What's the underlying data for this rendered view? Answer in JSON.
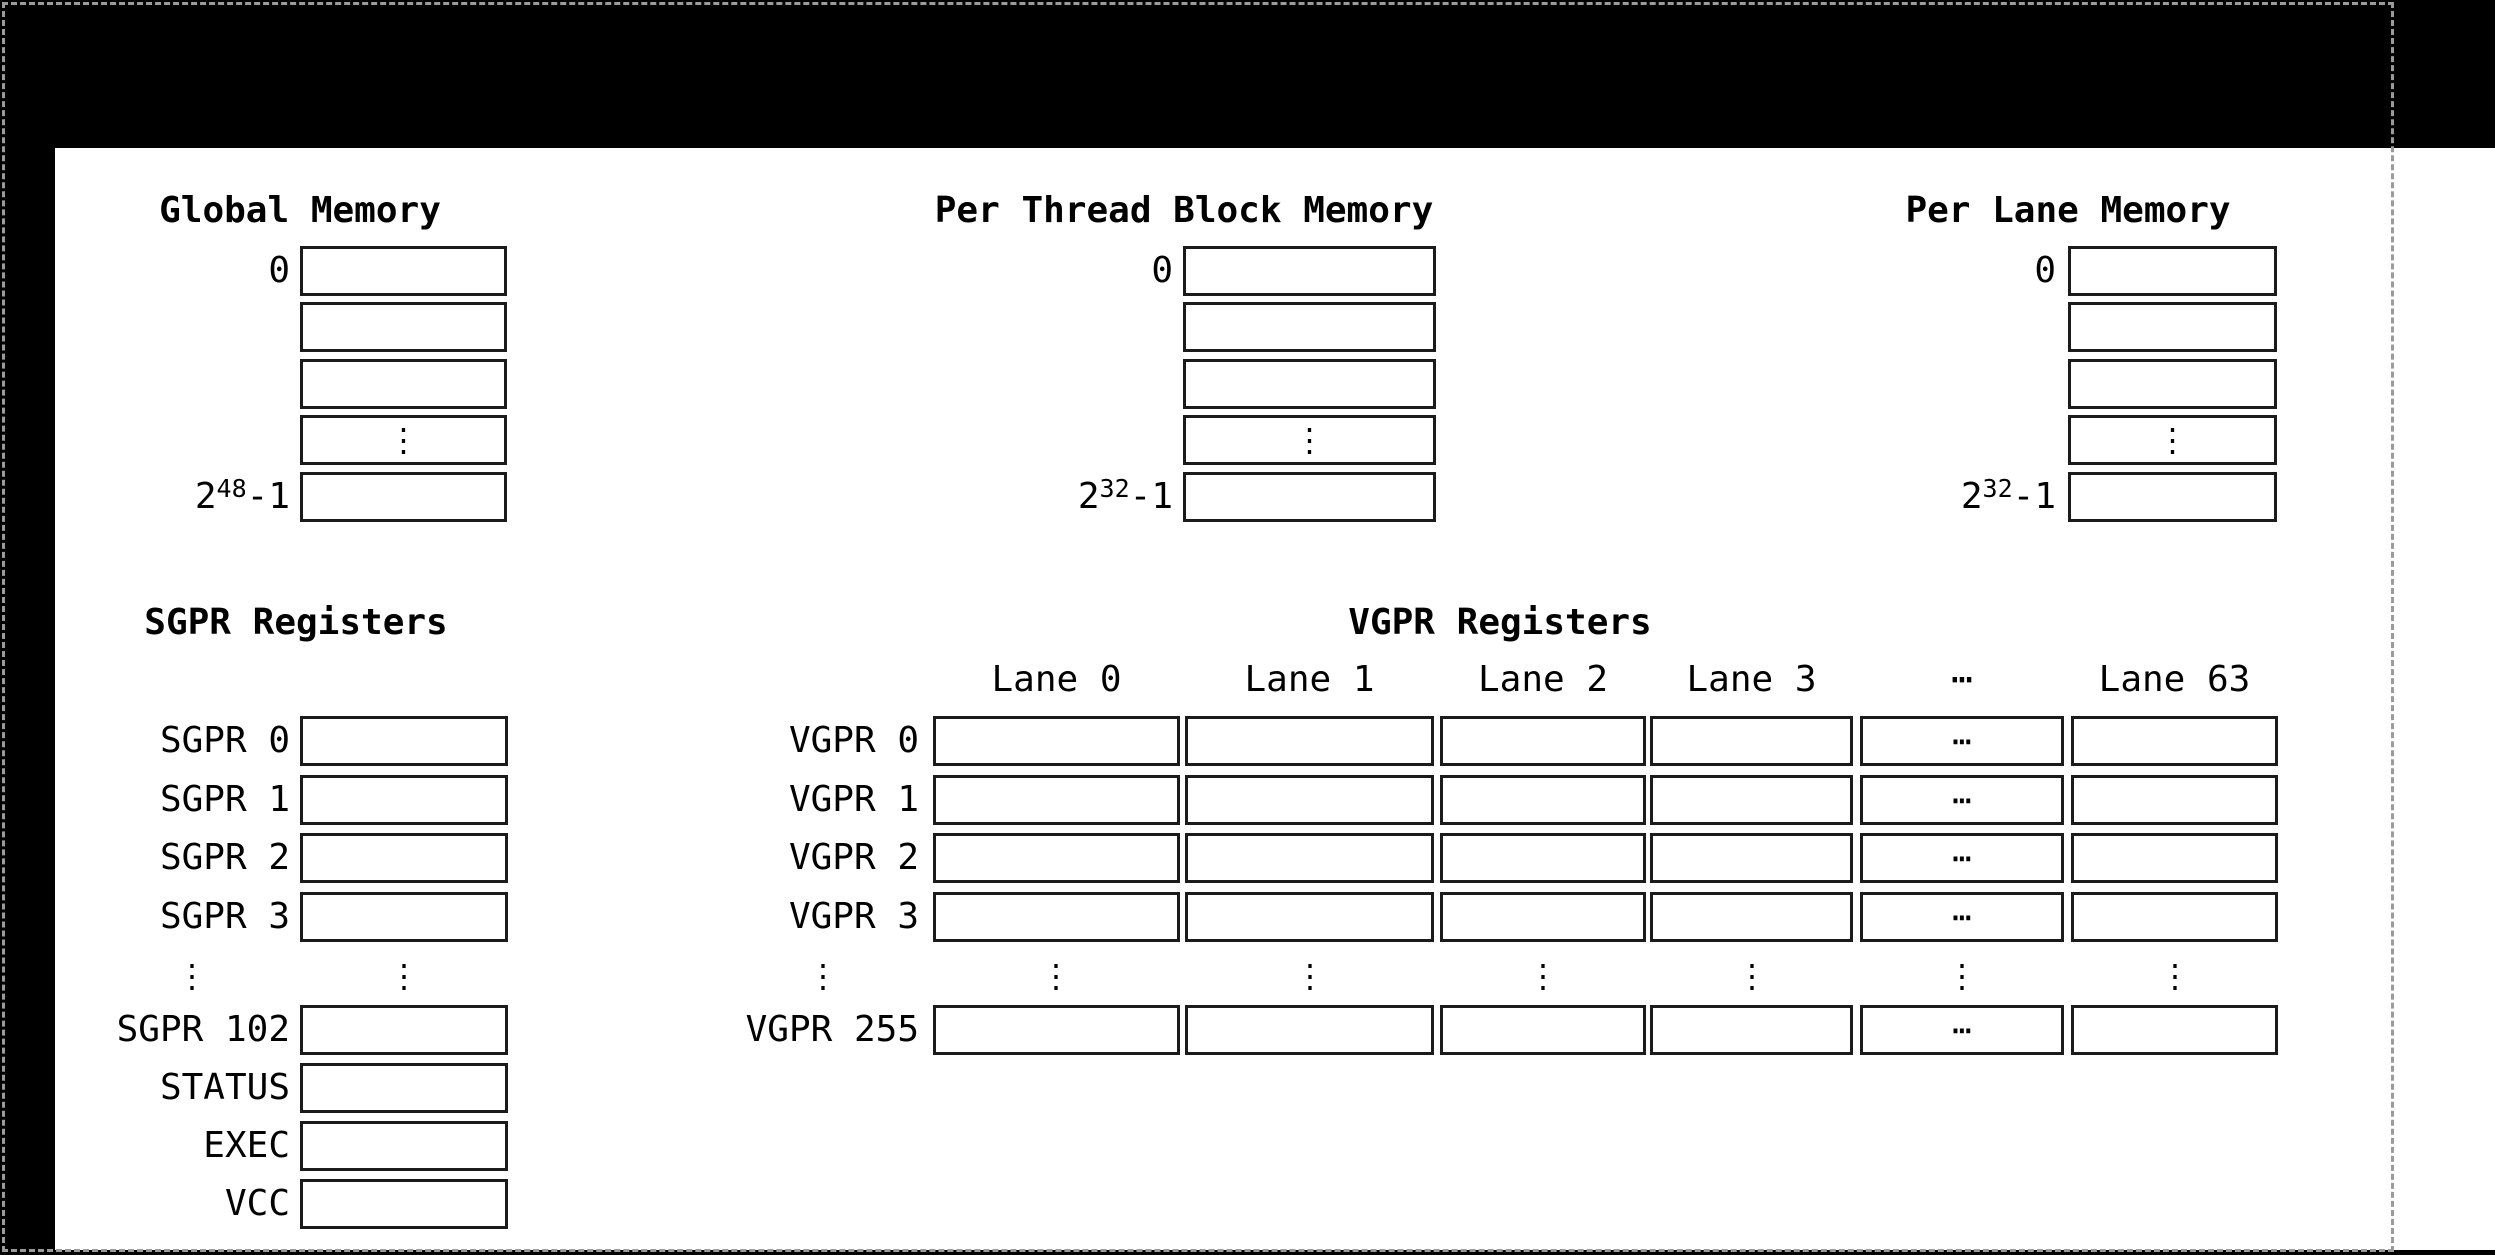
{
  "symbols": {
    "ellipsis_v": "⋮",
    "ellipsis_h": "⋯"
  },
  "colors": {
    "background": "#000000",
    "content_background": "#ffffff",
    "box_border": "#1b1b1b",
    "marquee_border": "#9b9b9b",
    "text": "#000000"
  },
  "memory": {
    "global": {
      "title": "Global Memory",
      "addr_min": "0",
      "addr_max_base": "2",
      "addr_max_exp": "48",
      "addr_max_tail": "-1"
    },
    "thread_block": {
      "title": "Per Thread Block Memory",
      "addr_min": "0",
      "addr_max_base": "2",
      "addr_max_exp": "32",
      "addr_max_tail": "-1"
    },
    "lane": {
      "title": "Per Lane Memory",
      "addr_min": "0",
      "addr_max_base": "2",
      "addr_max_exp": "32",
      "addr_max_tail": "-1"
    }
  },
  "sgpr": {
    "title": "SGPR Registers",
    "row_labels": [
      "SGPR 0",
      "SGPR 1",
      "SGPR 2",
      "SGPR 3"
    ],
    "tail_row_labels": [
      "SGPR 102",
      "STATUS",
      "EXEC",
      "VCC"
    ]
  },
  "vgpr": {
    "title": "VGPR Registers",
    "lane_headers": [
      "Lane 0",
      "Lane 1",
      "Lane 2",
      "Lane 3",
      "⋯",
      "Lane 63"
    ],
    "row_labels": [
      "VGPR 0",
      "VGPR 1",
      "VGPR 2",
      "VGPR 3"
    ],
    "tail_row_labels": [
      "VGPR 255"
    ]
  }
}
